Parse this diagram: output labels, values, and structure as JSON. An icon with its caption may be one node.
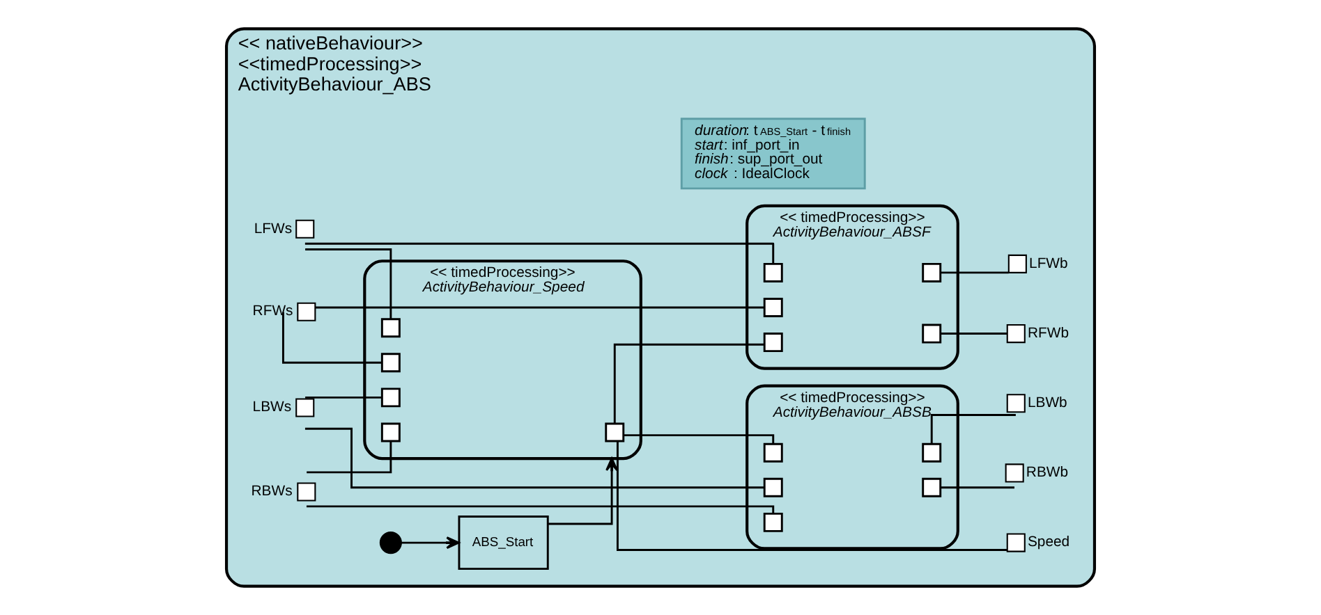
{
  "diagram": {
    "nodes": [
      {
        "text": [
          "<< nativeBehaviour>>",
          "<<timedProcessing>>",
          "ActivityBehaviour_ABS"
        ]
      },
      {
        "text": [],
        "shape": "circle",
        "in": 0
      },
      {
        "text": [
          "ABS_Start"
        ],
        "in": 0
      },
      {
        "text": [
          "<< timedProcessing>>",
          "ActivityBehaviour_ABSF"
        ],
        "in": 0
      },
      {
        "text": [
          "<< timedProcessing>>",
          "ActivityBehaviour_Speed"
        ],
        "in": 0
      },
      {
        "text": [
          "<< timedProcessing>>",
          "ActivityBehaviour_ABSB"
        ],
        "in": 0
      },
      {
        "text": [
          "*duration*: t$_{ABS_Start}$ - t$_{finish}$",
          "*start*: inf_port_in",
          "*finish*: sup_port_out",
          "*clock* : IdealClock"
        ],
        "in": 0
      },
      {
        "text": [],
        "shape": "box",
        "beside": [
          "LFWs"
        ],
        "in": 0
      },
      {
        "text": [],
        "shape": "box",
        "beside": [
          "RFWs"
        ],
        "in": 0
      },
      {
        "text": [],
        "shape": "box",
        "beside": [
          "LBWs"
        ],
        "in": 0
      },
      {
        "text": [],
        "shape": "box",
        "beside": [
          "RBWs"
        ],
        "in": 0
      },
      {
        "text": [],
        "shape": "box",
        "in": 4
      },
      {
        "text": [],
        "shape": "box",
        "in": 4
      },
      {
        "text": [],
        "shape": "box",
        "in": 4
      },
      {
        "text": [],
        "shape": "box",
        "in": 4
      },
      {
        "text": [],
        "shape": "box",
        "in": 4
      },
      {
        "text": [],
        "shape": "box",
        "in": 3
      },
      {
        "text": [],
        "shape": "box",
        "in": 3
      },
      {
        "text": [],
        "shape": "box",
        "in": 3
      },
      {
        "text": [],
        "shape": "box",
        "in": 3
      },
      {
        "text": [],
        "shape": "box",
        "in": 3
      },
      {
        "text": [],
        "shape": "box",
        "in": 5
      },
      {
        "text": [],
        "shape": "box",
        "in": 5
      },
      {
        "text": [],
        "shape": "box",
        "in": 5
      },
      {
        "text": [],
        "shape": "box",
        "in": 5
      },
      {
        "text": [],
        "shape": "box",
        "in": 5
      },
      {
        "text": [],
        "shape": "box",
        "beside": [
          "LFWb"
        ],
        "in": 0
      },
      {
        "text": [],
        "shape": "box",
        "beside": [
          "RFWb"
        ],
        "in": 0
      },
      {
        "text": [],
        "shape": "box",
        "beside": [
          "Speed"
        ],
        "in": 0
      },
      {
        "text": [],
        "shape": "box",
        "beside": [
          "LBWb"
        ],
        "in": 0
      },
      {
        "text": [],
        "shape": "box",
        "beside": [
          "RBWb"
        ],
        "in": 0
      }
    ],
    "edges": [
      {
        "from": 7,
        "to": 11,
        "arrow": "none"
      },
      {
        "from": 7,
        "to": 16,
        "arrow": "none"
      },
      {
        "from": 8,
        "to": 12,
        "arrow": "none"
      },
      {
        "from": 8,
        "to": 17,
        "arrow": "none"
      },
      {
        "from": 9,
        "to": 13,
        "arrow": "none"
      },
      {
        "from": 9,
        "to": 22,
        "arrow": "none"
      },
      {
        "from": 10,
        "to": 14,
        "arrow": "none"
      },
      {
        "from": 10,
        "to": 23,
        "arrow": "none"
      },
      {
        "from": 15,
        "to": 18,
        "arrow": "none"
      },
      {
        "from": 15,
        "to": 21,
        "arrow": "none"
      },
      {
        "from": 15,
        "to": 28,
        "arrow": "none"
      },
      {
        "from": 19,
        "to": 26,
        "arrow": "none"
      },
      {
        "from": 20,
        "to": 27,
        "arrow": "none"
      },
      {
        "from": 24,
        "to": 29,
        "arrow": "none"
      },
      {
        "from": 25,
        "to": 30,
        "arrow": "none"
      },
      {
        "from": 1,
        "to": 2,
        "arrow": "to"
      },
      {
        "from": 2,
        "to": 4,
        "arrow": "to"
      }
    ]
  }
}
